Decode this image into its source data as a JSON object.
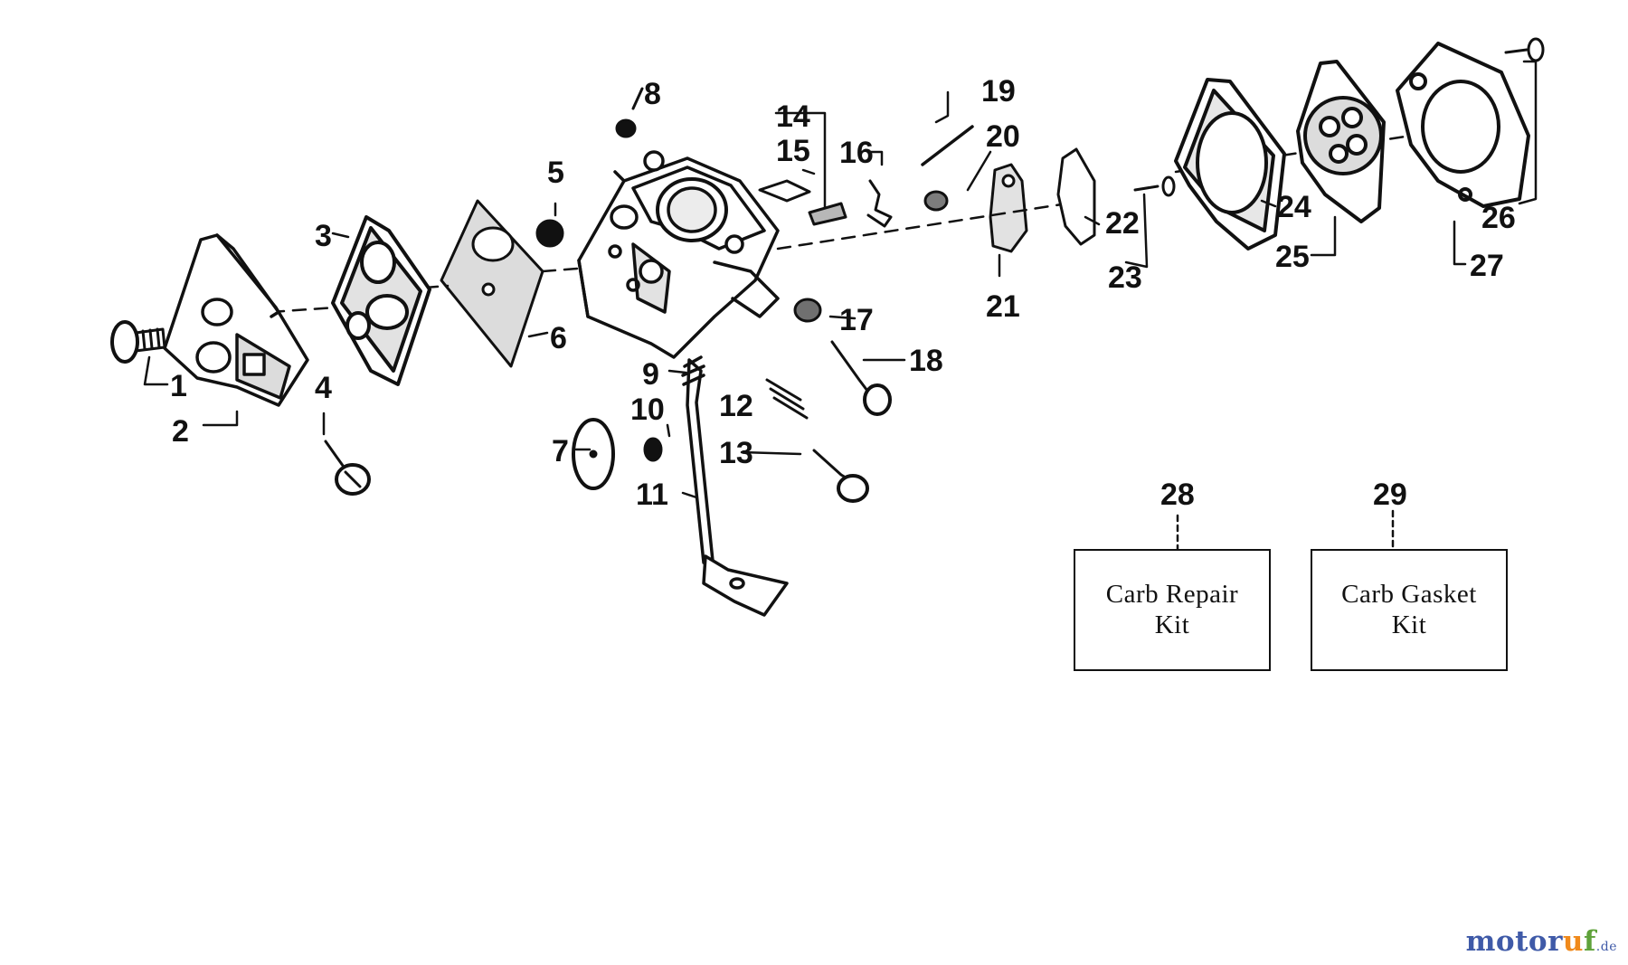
{
  "diagram": {
    "callouts": [
      "1",
      "2",
      "3",
      "4",
      "5",
      "6",
      "7",
      "8",
      "9",
      "10",
      "11",
      "12",
      "13",
      "14",
      "15",
      "16",
      "17",
      "18",
      "19",
      "20",
      "21",
      "22",
      "23",
      "24",
      "25",
      "26",
      "27",
      "28",
      "29"
    ],
    "kits": [
      {
        "number": "28",
        "label_line1": "Carb Repair",
        "label_line2": "Kit"
      },
      {
        "number": "29",
        "label_line1": "Carb Gasket",
        "label_line2": "Kit"
      }
    ]
  },
  "watermark": {
    "part1": "motor",
    "part2": "u",
    "part3": "f",
    "suffix": ".de",
    "colors": {
      "blue": "#3f5aa8",
      "orange": "#f08a1c",
      "green": "#5fa23a"
    }
  }
}
